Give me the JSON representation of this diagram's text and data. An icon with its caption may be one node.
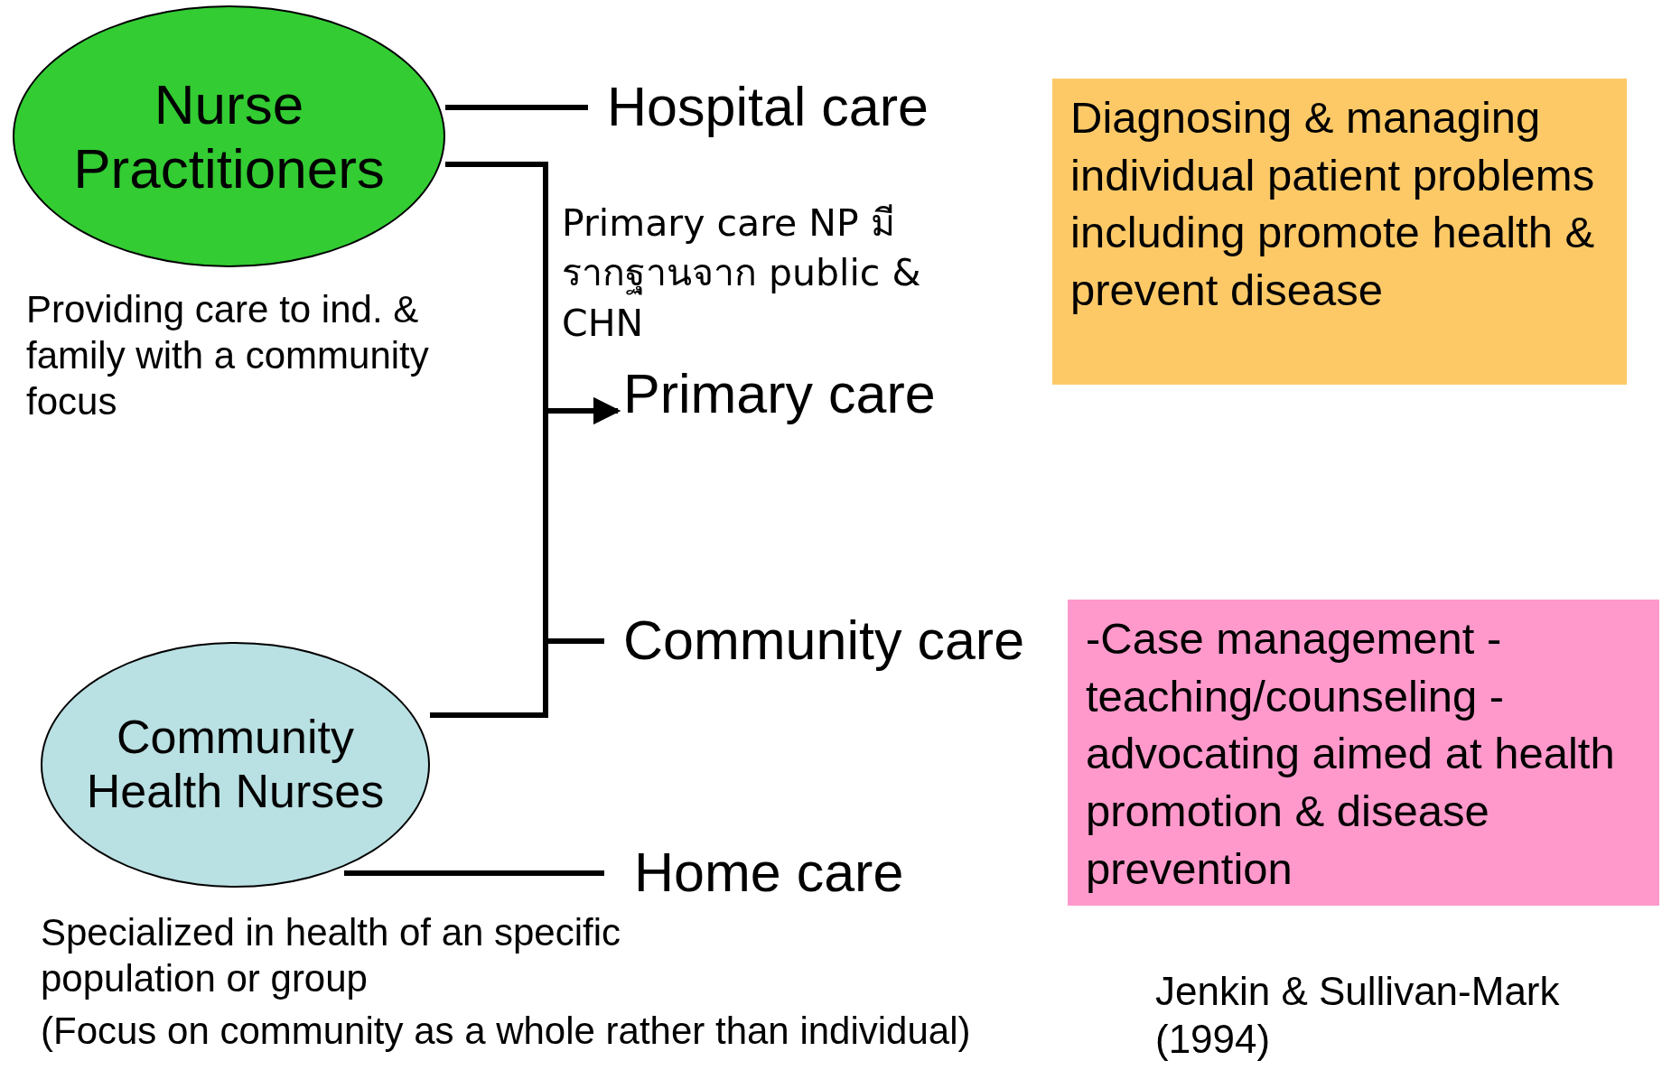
{
  "diagram": {
    "nodes": [
      {
        "text": [
          "Nurse Practitioners"
        ],
        "beside": [
          "Providing care to ind. & family with a community focus"
        ]
      },
      {
        "text": [
          "Community Health Nurses"
        ],
        "beside": [
          "Specialized in health of an specific population or group",
          "(Focus on community as a whole rather than individual)"
        ]
      },
      {
        "text": [
          "Hospital care"
        ]
      },
      {
        "text": [
          "Primary care"
        ]
      },
      {
        "text": [
          "Community care"
        ]
      },
      {
        "text": [
          "Home care"
        ]
      },
      {
        "text": [
          "Diagnosing & managing individual patient problems including promote health & prevent disease"
        ]
      },
      {
        "text": [
          "-Case management -teaching/counseling -advocating aimed at health promotion & disease prevention"
        ]
      }
    ],
    "edges": [
      {
        "from": 0,
        "to": 2,
        "arrow": "none"
      },
      {
        "from": 0,
        "to": 3,
        "arrow": "to"
      },
      {
        "from": 1,
        "to": 3,
        "arrow": "to"
      },
      {
        "from": 0,
        "to": 4,
        "arrow": "none"
      },
      {
        "from": 1,
        "to": 4,
        "arrow": "none"
      },
      {
        "from": 1,
        "to": 5,
        "arrow": "none"
      }
    ],
    "labels": [
      "Primary care NP มีรากฐานจาก public & CHN",
      "Jenkin & Sullivan-Mark (1994)"
    ]
  }
}
